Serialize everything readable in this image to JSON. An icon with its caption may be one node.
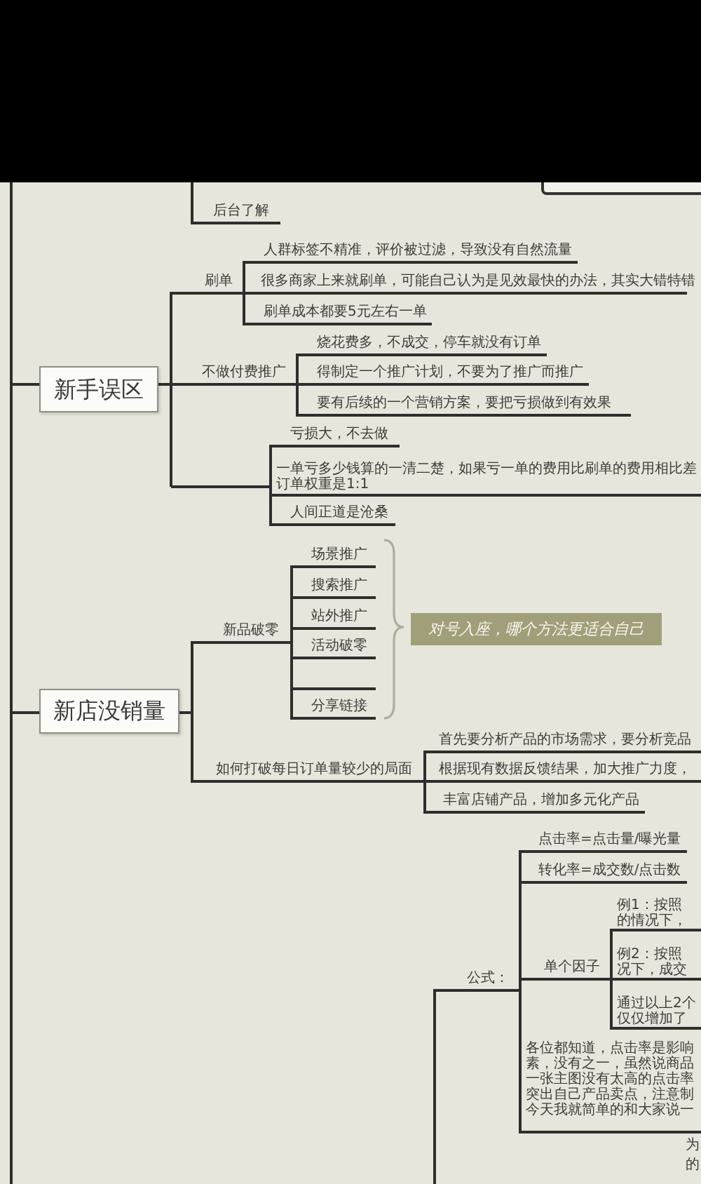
{
  "diagram": {
    "nodes": [
      {
        "text": [],
        "shape": "box"
      },
      {
        "text": [
          "后台了解"
        ]
      },
      {
        "text": [
          "新手误区"
        ]
      },
      {
        "text": [
          "刷单"
        ]
      },
      {
        "text": [
          "人群标签不精准，评价被过滤，导致没有自然流量"
        ]
      },
      {
        "text": [
          "很多商家上来就刷单，可能自己认为是见效最快的办法，其实大错特错"
        ]
      },
      {
        "text": [
          "刷单成本都要5元左右一单"
        ]
      },
      {
        "text": [
          "不做付费推广"
        ]
      },
      {
        "text": [
          "烧花费多，不成交，停车就没有订单"
        ]
      },
      {
        "text": [
          "得制定一个推广计划，不要为了推广而推广"
        ]
      },
      {
        "text": [
          "要有后续的一个营销方案，要把亏损做到有效果"
        ]
      },
      {
        "text": [],
        "shape": "line"
      },
      {
        "text": [
          "亏损大，不去做"
        ]
      },
      {
        "text": [
          "一单亏多少钱算的一清二楚，如果亏一单的费用比刷单的费用相比差",
          "订单权重是1:1"
        ]
      },
      {
        "text": [
          "人间正道是沧桑"
        ]
      },
      {
        "text": [
          "新店没销量"
        ]
      },
      {
        "text": [
          "新品破零"
        ]
      },
      {
        "text": [
          "场景推广"
        ]
      },
      {
        "text": [
          "搜索推广"
        ]
      },
      {
        "text": [
          "站外推广"
        ]
      },
      {
        "text": [
          "活动破零"
        ]
      },
      {
        "text": [],
        "shape": "line"
      },
      {
        "text": [
          "分享链接"
        ]
      },
      {
        "text": [
          "对号入座，哪个方法更适合自己"
        ]
      },
      {
        "text": [
          "如何打破每日订单量较少的局面"
        ]
      },
      {
        "text": [
          "首先要分析产品的市场需求，要分析竞品"
        ]
      },
      {
        "text": [
          "根据现有数据反馈结果，加大推广力度，"
        ]
      },
      {
        "text": [
          "丰富店铺产品，增加多元化产品"
        ]
      },
      {
        "text": [
          "公式："
        ]
      },
      {
        "text": [
          "点击率=点击量/曝光量"
        ]
      },
      {
        "text": [
          "转化率=成交数/点击数"
        ]
      },
      {
        "text": [
          "单个因子"
        ]
      },
      {
        "text": [
          "例1：按照",
          "的情况下，"
        ]
      },
      {
        "text": [
          "例2：按照",
          "况下，成交"
        ]
      },
      {
        "text": [
          "通过以上2个",
          "仅仅增加了"
        ]
      },
      {
        "text": [
          "各位都知道，点击率是影响",
          "素，没有之一，虽然说商品",
          "一张主图没有太高的点击率",
          "突出自己产品卖点，注意制",
          "今天我就简单的和大家说一"
        ]
      }
    ],
    "edges": [
      {
        "from": null,
        "to": 1,
        "arrow": "none"
      },
      {
        "from": null,
        "to": 2,
        "arrow": "none"
      },
      {
        "from": 2,
        "to": 3,
        "arrow": "none"
      },
      {
        "from": 3,
        "to": 4,
        "arrow": "none"
      },
      {
        "from": 3,
        "to": 5,
        "arrow": "none"
      },
      {
        "from": 3,
        "to": 6,
        "arrow": "none"
      },
      {
        "from": 2,
        "to": 7,
        "arrow": "none"
      },
      {
        "from": 7,
        "to": 8,
        "arrow": "none"
      },
      {
        "from": 7,
        "to": 9,
        "arrow": "none"
      },
      {
        "from": 7,
        "to": 10,
        "arrow": "none"
      },
      {
        "from": 2,
        "to": 11,
        "arrow": "none"
      },
      {
        "from": 11,
        "to": 12,
        "arrow": "none"
      },
      {
        "from": 11,
        "to": 13,
        "arrow": "none"
      },
      {
        "from": 11,
        "to": 14,
        "arrow": "none"
      },
      {
        "from": null,
        "to": 15,
        "arrow": "none"
      },
      {
        "from": 15,
        "to": 16,
        "arrow": "none"
      },
      {
        "from": 16,
        "to": 17,
        "arrow": "none"
      },
      {
        "from": 16,
        "to": 18,
        "arrow": "none"
      },
      {
        "from": 16,
        "to": 19,
        "arrow": "none"
      },
      {
        "from": 16,
        "to": 20,
        "arrow": "none"
      },
      {
        "from": 16,
        "to": 21,
        "arrow": "none"
      },
      {
        "from": 16,
        "to": 22,
        "arrow": "none"
      },
      {
        "from": 15,
        "to": 24,
        "arrow": "none"
      },
      {
        "from": 24,
        "to": 25,
        "arrow": "none"
      },
      {
        "from": 24,
        "to": 26,
        "arrow": "none"
      },
      {
        "from": 24,
        "to": 27,
        "arrow": "none"
      },
      {
        "from": null,
        "to": 28,
        "arrow": "none"
      },
      {
        "from": 28,
        "to": 29,
        "arrow": "none"
      },
      {
        "from": 28,
        "to": 30,
        "arrow": "none"
      },
      {
        "from": 28,
        "to": 31,
        "arrow": "none"
      },
      {
        "from": 28,
        "to": 35,
        "arrow": "none"
      },
      {
        "from": 31,
        "to": 32,
        "arrow": "none"
      },
      {
        "from": 31,
        "to": 33,
        "arrow": "none"
      },
      {
        "from": 31,
        "to": 34,
        "arrow": "none"
      }
    ],
    "labels": [
      "为",
      "的"
    ]
  }
}
